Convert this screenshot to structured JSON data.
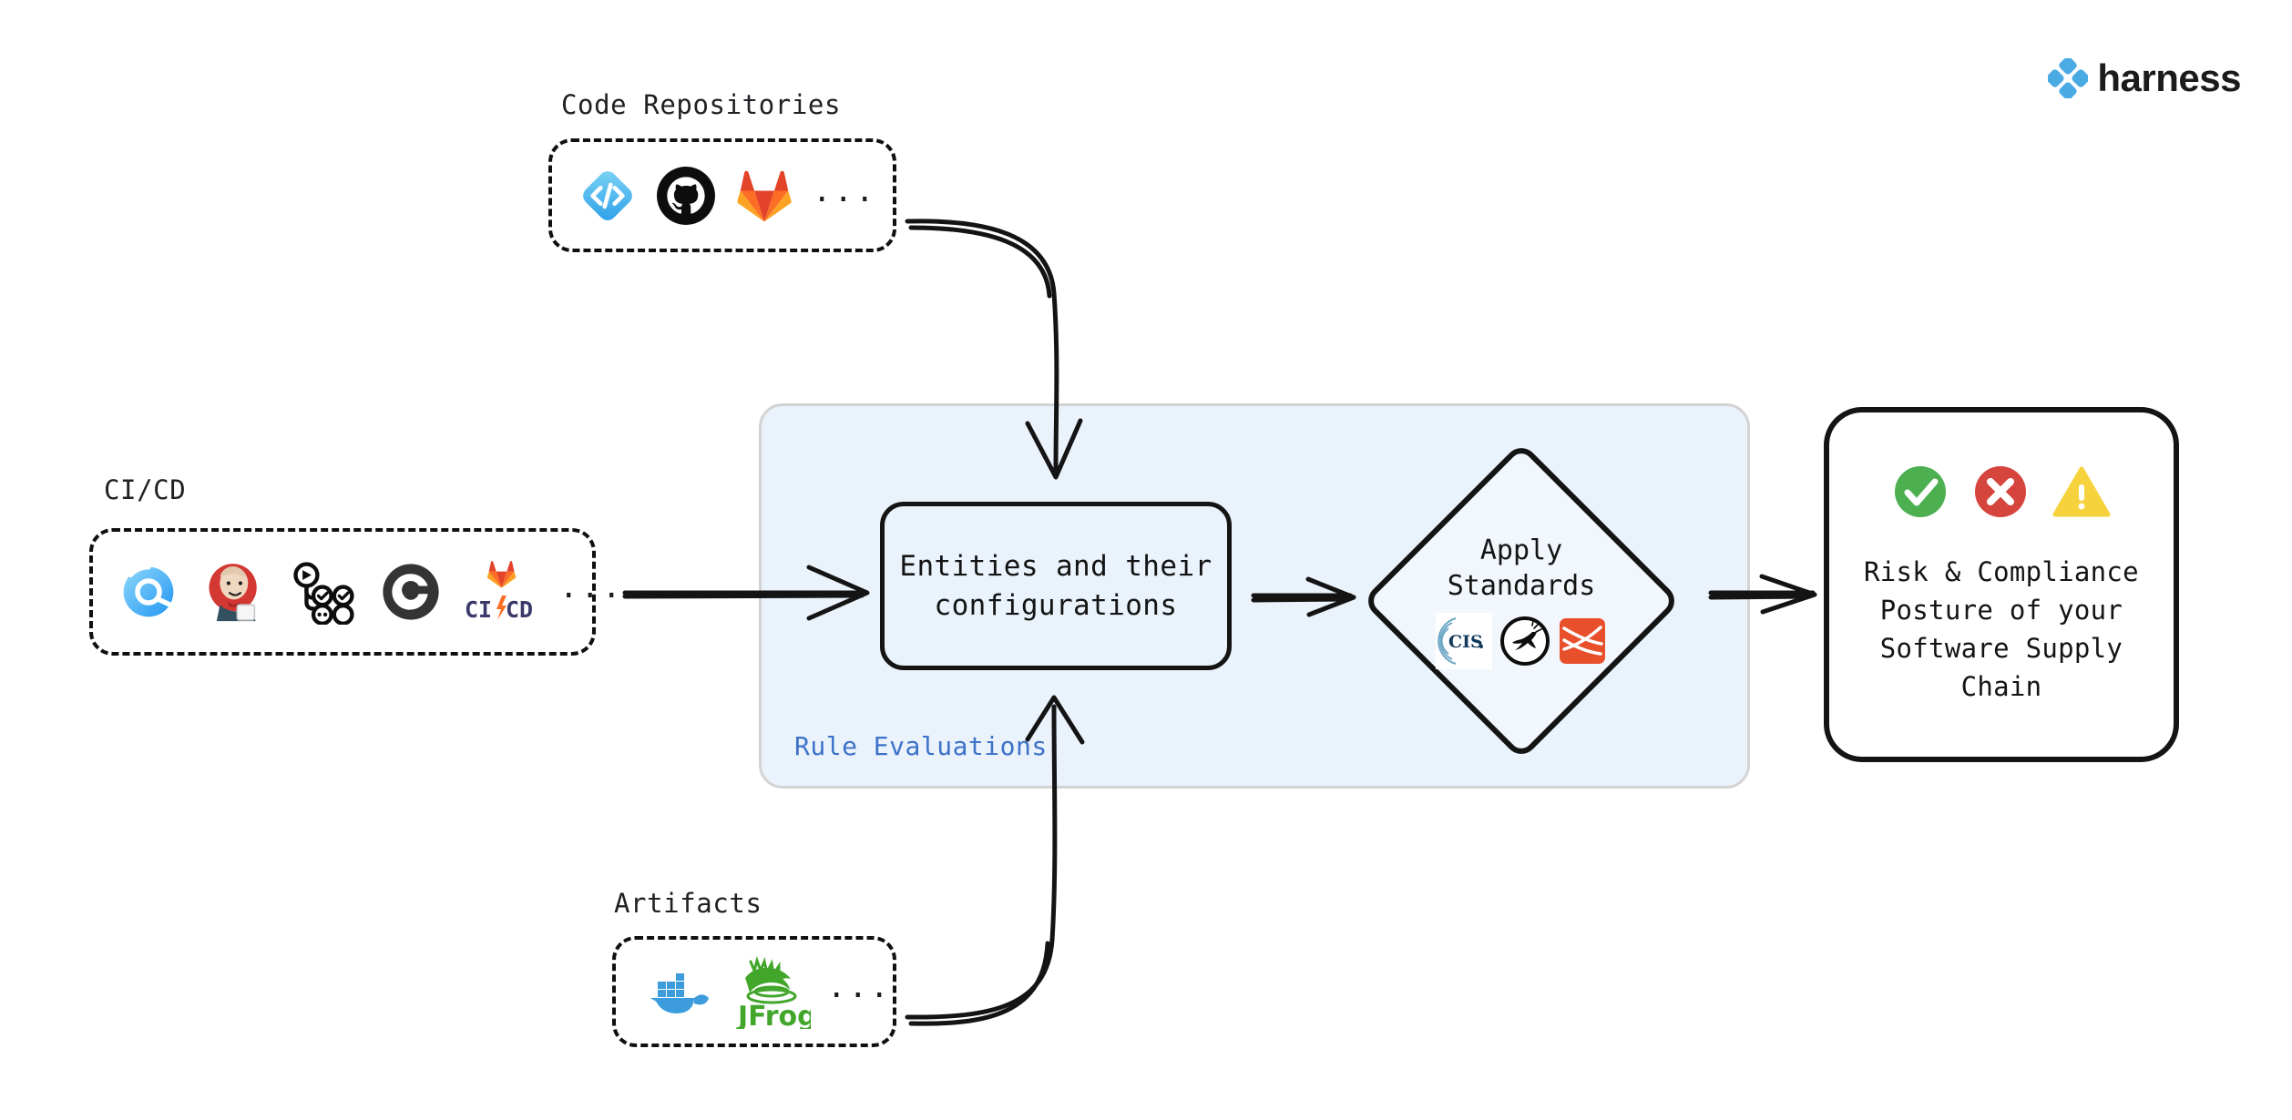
{
  "brand": {
    "name": "harness",
    "logo_icon": "harness-diamond-logo",
    "accent_color": "#4aaae4"
  },
  "diagram": {
    "type": "flow",
    "title": "Software Supply Chain Rule Evaluation Flow",
    "sources": [
      {
        "id": "code-repositories",
        "label": "Code Repositories",
        "ellipsis": "...",
        "tools": [
          {
            "name": "Harness Code",
            "icon": "harness-code-icon"
          },
          {
            "name": "GitHub",
            "icon": "github-icon"
          },
          {
            "name": "GitLab",
            "icon": "gitlab-icon"
          }
        ]
      },
      {
        "id": "ci-cd",
        "label": "CI/CD",
        "ellipsis": "...",
        "tools": [
          {
            "name": "Harness CI",
            "icon": "harness-ci-icon"
          },
          {
            "name": "Jenkins",
            "icon": "jenkins-icon"
          },
          {
            "name": "GitHub Actions",
            "icon": "github-actions-icon"
          },
          {
            "name": "CircleCI",
            "icon": "circleci-icon"
          },
          {
            "name": "GitLab CI/CD",
            "icon": "gitlab-cicd-icon"
          }
        ]
      },
      {
        "id": "artifacts",
        "label": "Artifacts",
        "ellipsis": "...",
        "tools": [
          {
            "name": "Docker",
            "icon": "docker-icon"
          },
          {
            "name": "JFrog",
            "icon": "jfrog-icon"
          }
        ]
      }
    ],
    "panel": {
      "id": "rule-evaluations",
      "label": "Rule Evaluations",
      "label_color": "#3c72c8",
      "fill_color": "#eaf2fb",
      "border_color": "#d3d3d3"
    },
    "entities_node": {
      "id": "entities",
      "line1": "Entities and their",
      "line2": "configurations"
    },
    "standards_node": {
      "id": "apply-standards",
      "line1": "Apply",
      "line2": "Standards",
      "standards": [
        {
          "name": "CIS",
          "icon": "cis-icon"
        },
        {
          "name": "OWASP Dragonfly",
          "icon": "owasp-dragonfly-icon"
        },
        {
          "name": "SLSA",
          "icon": "slsa-icon"
        }
      ]
    },
    "outcome_node": {
      "id": "risk-compliance-posture",
      "lines": [
        "Risk & Compliance",
        "Posture of your",
        "Software Supply",
        "Chain"
      ],
      "status_icons": [
        {
          "name": "pass",
          "icon": "check-circle-icon",
          "color": "#4caf50"
        },
        {
          "name": "fail",
          "icon": "x-circle-icon",
          "color": "#d6453d"
        },
        {
          "name": "warn",
          "icon": "warning-triangle-icon",
          "color": "#f6d33c"
        }
      ]
    },
    "connectors": [
      {
        "from": "code-repositories",
        "to": "entities",
        "style": "curved-arrow"
      },
      {
        "from": "ci-cd",
        "to": "entities",
        "style": "straight-arrow"
      },
      {
        "from": "artifacts",
        "to": "entities",
        "style": "curved-arrow"
      },
      {
        "from": "entities",
        "to": "apply-standards",
        "style": "straight-arrow"
      },
      {
        "from": "apply-standards",
        "to": "risk-compliance-posture",
        "style": "straight-arrow"
      }
    ]
  }
}
